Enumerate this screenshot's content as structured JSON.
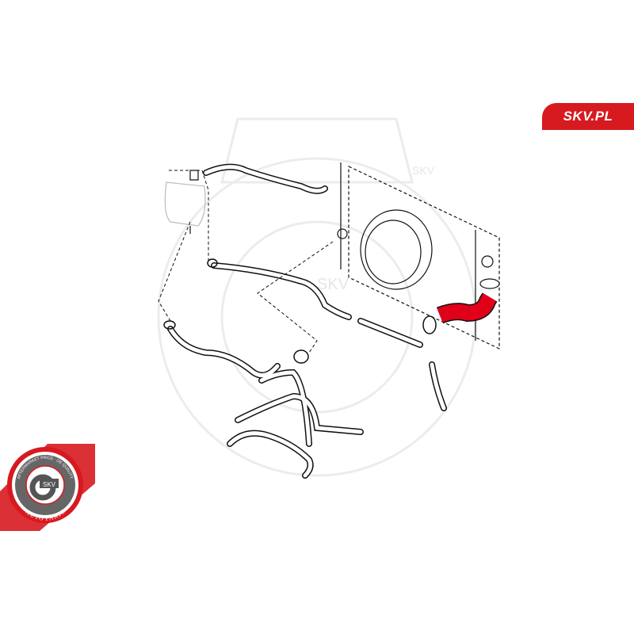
{
  "brand": {
    "site_label": "SKV.PL",
    "accent_color": "#d71920"
  },
  "badge": {
    "center_text": "SKV",
    "top_arc_text": "AFTERMARKET PRICE · OE QUALITY",
    "bottom_arc_text": "AUTO PARTS"
  },
  "diagram": {
    "watermark_text": "SKV",
    "highlight_color": "#e0001a",
    "line_color": "#111111"
  }
}
